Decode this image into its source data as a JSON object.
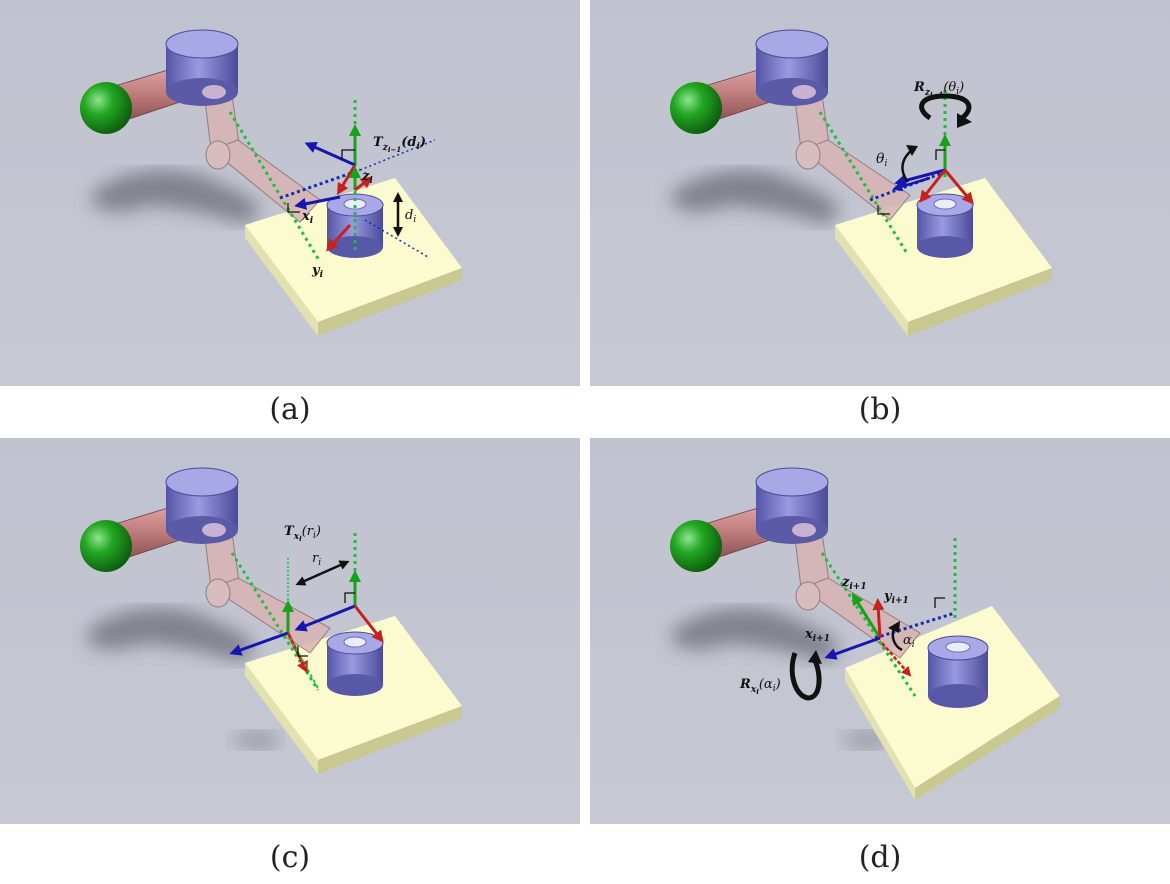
{
  "panels": [
    {
      "id": "a",
      "caption": "(a)",
      "labels": {
        "translation": "T",
        "translation_sub": "z",
        "translation_sub2": "i−1",
        "translation_arg": "(d",
        "translation_arg2": "i",
        "translation_close": ")",
        "z": "z",
        "z_sub": "i",
        "x": "x",
        "x_sub": "i",
        "y": "y",
        "y_sub": "i",
        "d": "d",
        "d_sub": "i"
      }
    },
    {
      "id": "b",
      "caption": "(b)",
      "labels": {
        "rotation": "R",
        "rotation_sub": "z",
        "rotation_sub2": "i−1",
        "rotation_arg": "(θ",
        "rotation_arg2": "i",
        "rotation_close": ")",
        "theta": "θ",
        "theta_sub": "i"
      }
    },
    {
      "id": "c",
      "caption": "(c)",
      "labels": {
        "translation": "T",
        "translation_sub": "x",
        "translation_sub2": "i",
        "translation_arg": "(r",
        "translation_arg2": "i",
        "translation_close": ")",
        "r": "r",
        "r_sub": "i"
      }
    },
    {
      "id": "d",
      "caption": "(d)",
      "labels": {
        "rotation": "R",
        "rotation_sub": "x",
        "rotation_sub2": "i",
        "rotation_arg": "(α",
        "rotation_arg2": "i",
        "rotation_close": ")",
        "alpha": "α",
        "alpha_sub": "i",
        "z": "z",
        "z_sub": "i+1",
        "y": "y",
        "y_sub": "i+1",
        "x": "x",
        "x_sub": "i+1"
      }
    }
  ],
  "colors": {
    "background": "#c3c6d2",
    "plate": "#fbfbcf",
    "ball": "#1e9a1e",
    "rod": "#c48484",
    "cylinder": "#6b6bbd",
    "ghost_link": "#d9b4b4",
    "axis_green": "#16a21a",
    "axis_blue": "#1515b0",
    "axis_red": "#c8201c",
    "dotted_green": "#1cbf3c",
    "dotted_blue": "#1030b0"
  }
}
